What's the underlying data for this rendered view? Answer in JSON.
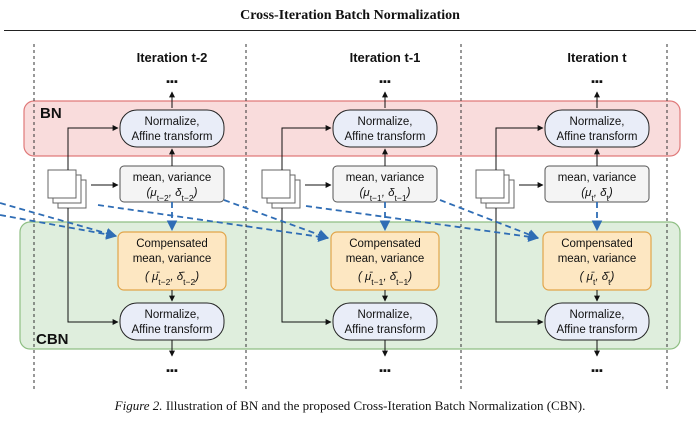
{
  "header": {
    "title": "Cross-Iteration Batch Normalization"
  },
  "caption": {
    "figure_label": "Figure 2.",
    "text": "Illustration of BN and the proposed Cross-Iteration Batch Normalization (CBN)."
  },
  "regions": {
    "bn_label": "BN",
    "cbn_label": "CBN"
  },
  "ellipsis": "▪▪▪",
  "columns": [
    {
      "title": "Iteration t-2",
      "normalize_top": [
        "Normalize,",
        "Affine transform"
      ],
      "stats": [
        "mean, variance",
        "(μ",
        "t−2",
        ", δ",
        "t−2",
        ")"
      ],
      "compensated": [
        "Compensated",
        "mean, variance",
        "( μ̄",
        "t−2",
        ", δ̄",
        "t−2",
        ")"
      ],
      "normalize_bottom": [
        "Normalize,",
        "Affine transform"
      ]
    },
    {
      "title": "Iteration t-1",
      "normalize_top": [
        "Normalize,",
        "Affine transform"
      ],
      "stats": [
        "mean, variance",
        "(μ",
        "t−1",
        ", δ",
        "t−1",
        ")"
      ],
      "compensated": [
        "Compensated",
        "mean, variance",
        "( μ̄",
        "t−1",
        ", δ̄",
        "t−1",
        ")"
      ],
      "normalize_bottom": [
        "Normalize,",
        "Affine transform"
      ]
    },
    {
      "title": "Iteration t",
      "normalize_top": [
        "Normalize,",
        "Affine transform"
      ],
      "stats": [
        "mean, variance",
        "(μ",
        "t",
        ", δ",
        "t",
        ")"
      ],
      "compensated": [
        "Compensated",
        "mean, variance",
        "( μ̄",
        "t",
        ", δ̄",
        "t",
        ")"
      ],
      "normalize_bottom": [
        "Normalize,",
        "Affine transform"
      ]
    }
  ],
  "colors": {
    "bn_fill": "#f9dcdc",
    "bn_stroke": "#e07a7a",
    "cbn_fill": "#dfeedd",
    "cbn_stroke": "#8fbf84",
    "node_fill": "#e9edf8",
    "stats_fill": "#f4f4f4",
    "comp_fill": "#fde7c2",
    "comp_stroke": "#e2a54a",
    "dashed_arrow": "#2f6db5"
  }
}
